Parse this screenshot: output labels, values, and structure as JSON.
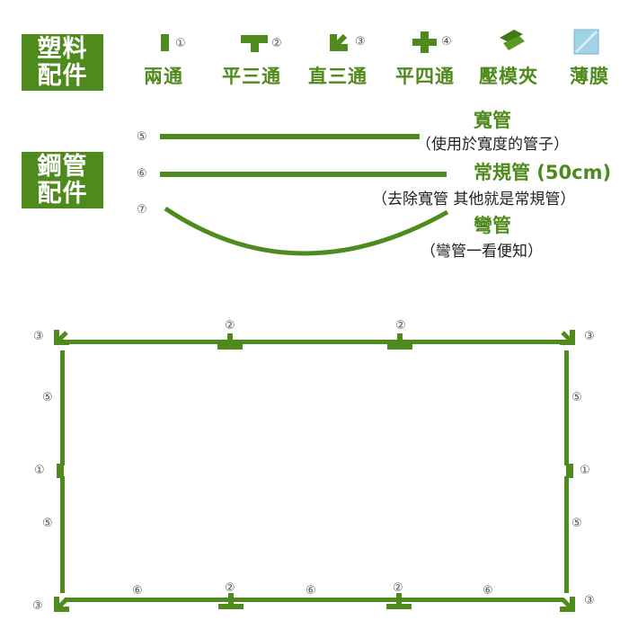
{
  "plastic_section": {
    "title_line1": "塑料",
    "title_line2": "配件",
    "parts": [
      {
        "num": "①",
        "label": "兩通",
        "icon": "straight-connector-icon"
      },
      {
        "num": "②",
        "label": "平三通",
        "icon": "tee-connector-icon"
      },
      {
        "num": "③",
        "label": "直三通",
        "icon": "corner-connector-icon"
      },
      {
        "num": "④",
        "label": "平四通",
        "icon": "cross-connector-icon"
      },
      {
        "num": "",
        "label": "壓模夾",
        "icon": "clip-icon"
      },
      {
        "num": "",
        "label": "薄膜",
        "icon": "film-icon"
      }
    ]
  },
  "steel_section": {
    "title_line1": "鋼管",
    "title_line2": "配件",
    "pipes": [
      {
        "num": "⑤",
        "name": "寬管",
        "note": "（使用於寬度的管子）"
      },
      {
        "num": "⑥",
        "name": "常規管 (50cm)",
        "note": "（去除寬管  其他就是常規管）"
      },
      {
        "num": "⑦",
        "name": "彎管",
        "note": "（彎管一看便知）"
      }
    ]
  },
  "frame_labels": {
    "corner": "③",
    "tee": "②",
    "straight": "①",
    "wide_pipe": "⑤",
    "regular_pipe": "⑥"
  },
  "colors": {
    "green": "#4f8a1c",
    "film": "#9fd3e6"
  }
}
